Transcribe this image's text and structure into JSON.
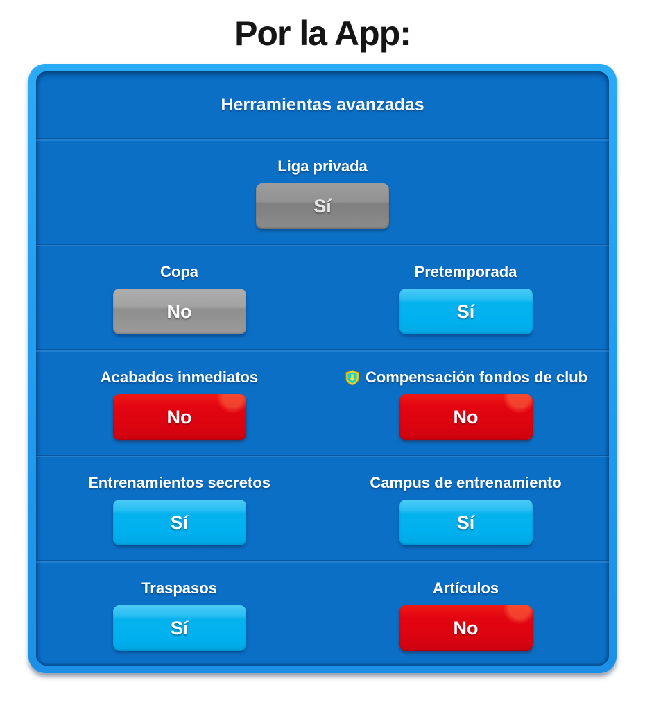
{
  "page": {
    "title": "Por la App:"
  },
  "panel": {
    "header": "Herramientas avanzadas",
    "colors": {
      "frame_blue": "#1e9cf1",
      "panel_blue": "#0b6fc5",
      "toggle_on_cyan": "#00b1ef",
      "toggle_off_red": "#dc0310",
      "toggle_disabled_gray": "#9b9b9b",
      "label_text": "#ffffff",
      "title_text": "#151515"
    },
    "sections": [
      {
        "type": "single",
        "fields": [
          {
            "label": "Liga privada",
            "value": "Sí",
            "state": "disabled"
          }
        ]
      },
      {
        "type": "pair",
        "fields": [
          {
            "label": "Copa",
            "value": "No",
            "state": "disabled"
          },
          {
            "label": "Pretemporada",
            "value": "Sí",
            "state": "on"
          }
        ]
      },
      {
        "type": "pair",
        "fields": [
          {
            "label": "Acabados inmediatos",
            "value": "No",
            "state": "off"
          },
          {
            "label": "Compensación fondos de club",
            "value": "No",
            "state": "off",
            "icon": "club-funds-icon"
          }
        ]
      },
      {
        "type": "pair",
        "fields": [
          {
            "label": "Entrenamientos secretos",
            "value": "Sí",
            "state": "on"
          },
          {
            "label": "Campus de entrenamiento",
            "value": "Sí",
            "state": "on"
          }
        ]
      },
      {
        "type": "pair",
        "fields": [
          {
            "label": "Traspasos",
            "value": "Sí",
            "state": "on"
          },
          {
            "label": "Artículos",
            "value": "No",
            "state": "off"
          }
        ]
      }
    ]
  }
}
